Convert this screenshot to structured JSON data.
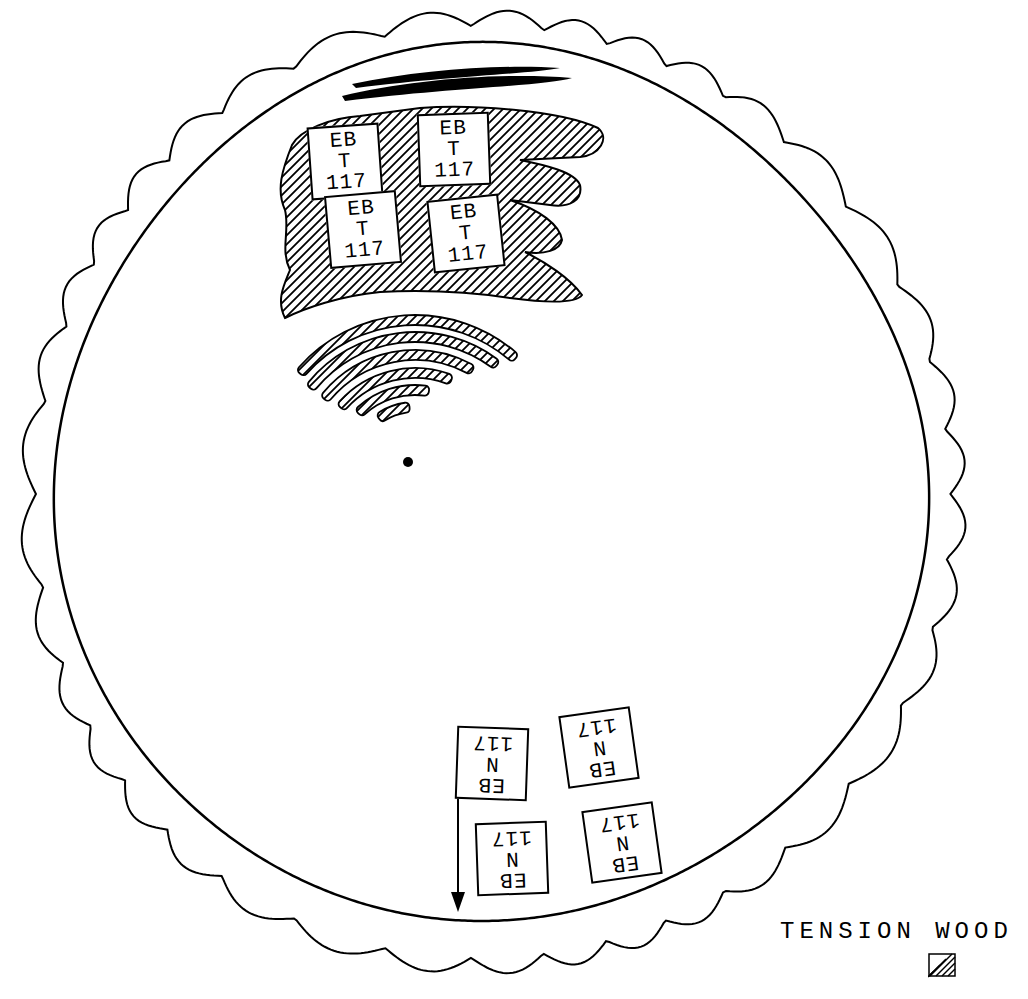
{
  "diagram": {
    "nodes": [
      {
        "text": [
          "EB T 117"
        ]
      },
      {
        "text": [
          "EB T 117"
        ]
      },
      {
        "text": [
          "EB T 117"
        ]
      },
      {
        "text": [
          "EB T 117"
        ]
      },
      {
        "text": [
          "EB N 117"
        ]
      },
      {
        "text": [
          "EB N 117"
        ]
      },
      {
        "text": [
          "EB N 117"
        ]
      },
      {
        "text": [
          "EB N 117"
        ]
      }
    ],
    "legend": [
      {
        "text": "TENSION WOOD"
      }
    ]
  }
}
